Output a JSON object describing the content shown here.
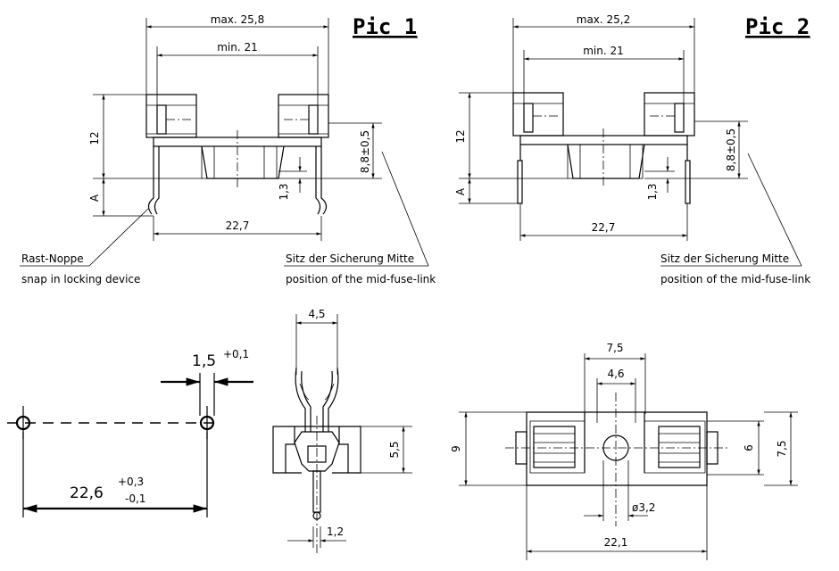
{
  "pic1": {
    "title": "Pic 1",
    "dims": {
      "max_width": "max. 25,8",
      "min_width": "min. 21",
      "height": "12",
      "fuse_height": "8,8±0,5",
      "a": "A",
      "step": "1,3",
      "pin_pitch": "22,7"
    },
    "label_de": "Rast-Noppe",
    "label_en": "snap in locking device",
    "label2_de": "Sitz der Sicherung Mitte",
    "label2_en": "position of the mid-fuse-link"
  },
  "pic2": {
    "title": "Pic 2",
    "dims": {
      "max_width": "max. 25,2",
      "min_width": "min. 21",
      "height": "12",
      "fuse_height": "8,8±0,5",
      "a": "A",
      "step": "1,3",
      "pin_pitch": "22,7"
    },
    "label2_de": "Sitz der Sicherung Mitte",
    "label2_en": "position of the mid-fuse-link"
  },
  "hole_pattern": {
    "hole_dia": "1,5",
    "hole_tol": "+0,1",
    "pitch": "22,6",
    "pitch_tol_upper": "+0,3",
    "pitch_tol_lower": "-0,1"
  },
  "clip_side": {
    "width": "4,5",
    "height": "5,5",
    "pin": "1,2"
  },
  "top_view": {
    "outer": "7,5",
    "inner": "4,6",
    "height": "9",
    "clip": "6",
    "clip_outer": "7,5",
    "hole": "ø3,2",
    "length": "22,1"
  }
}
